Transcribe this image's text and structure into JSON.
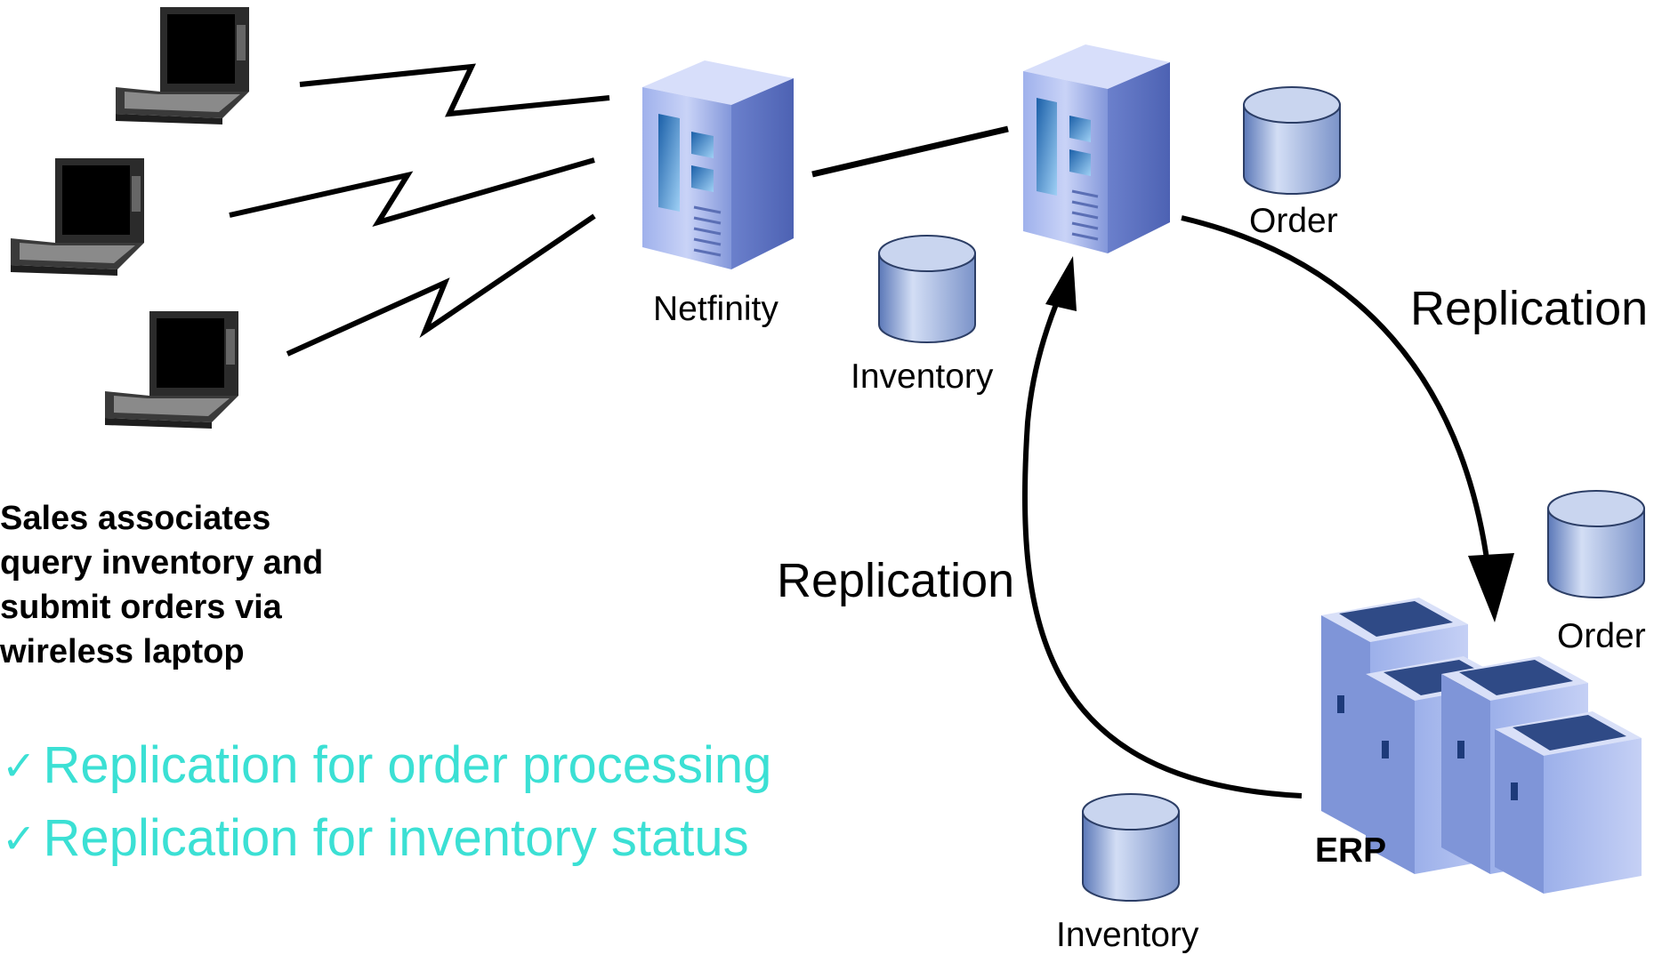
{
  "labels": {
    "netfinity": "Netfinity",
    "inventory_mid": "Inventory",
    "order_top": "Order",
    "replication_right": "Replication",
    "replication_left": "Replication",
    "order_bottom": "Order",
    "erp": "ERP",
    "inventory_bottom": "Inventory"
  },
  "description": [
    "Sales associates",
    "query inventory and",
    "submit orders via",
    "wireless laptop"
  ],
  "bullets": [
    "Replication for order processing",
    "Replication for inventory status"
  ],
  "colors": {
    "bullet_text": "#3be0d4",
    "server_body": "#a9b8ee",
    "database": "#8ea6d8"
  },
  "icons": {
    "laptop": "laptop-icon",
    "server": "server-icon",
    "database": "database-icon",
    "erp": "erp-server-cluster-icon",
    "check": "✓"
  }
}
